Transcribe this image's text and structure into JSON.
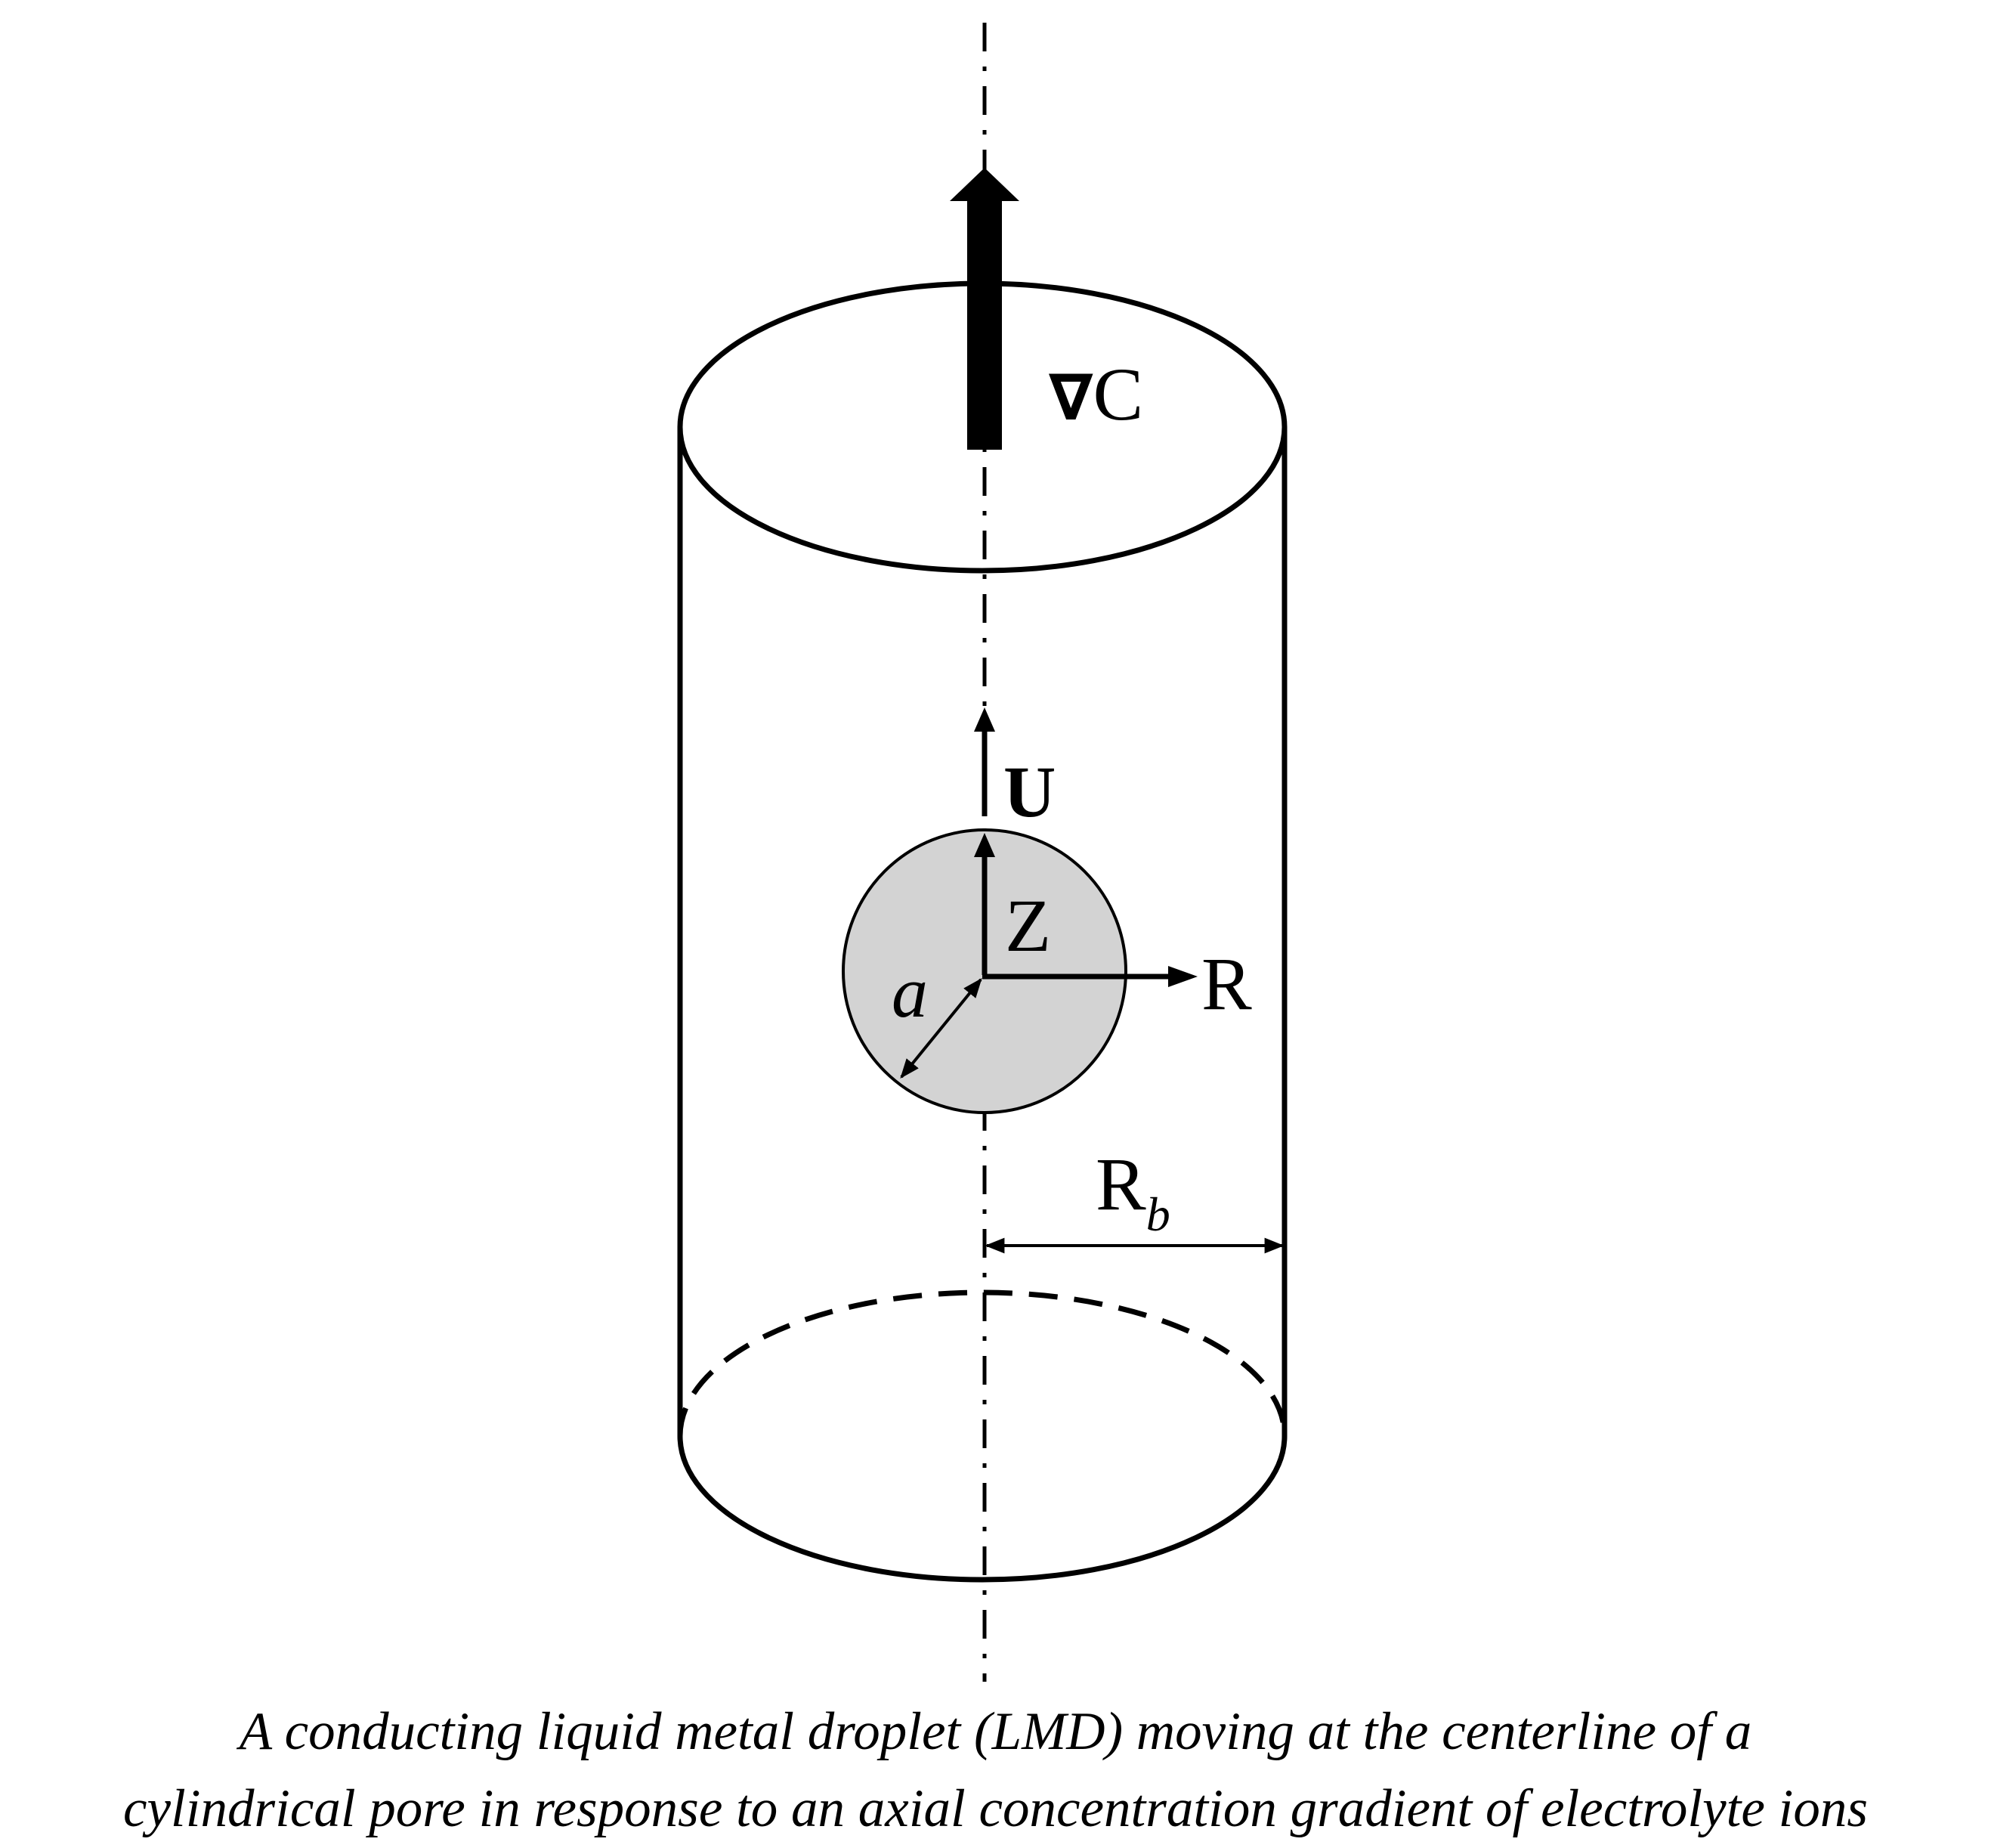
{
  "diagram": {
    "gradient_label_symbol": "∇",
    "gradient_label_letter": "C",
    "velocity_label": "U",
    "axis_z_label": "Z",
    "axis_r_label": "R",
    "droplet_radius_label": "a",
    "pore_radius_label_main": "R",
    "pore_radius_label_sub": "b"
  },
  "caption": {
    "line1": "A conducting liquid metal droplet (LMD) moving at the centerline of a",
    "line2": "cylindrical pore in response to an axial concentration gradient of electrolyte ions"
  },
  "colors": {
    "droplet_fill": "#d3d3d3",
    "stroke": "#000000",
    "background": "#ffffff"
  }
}
